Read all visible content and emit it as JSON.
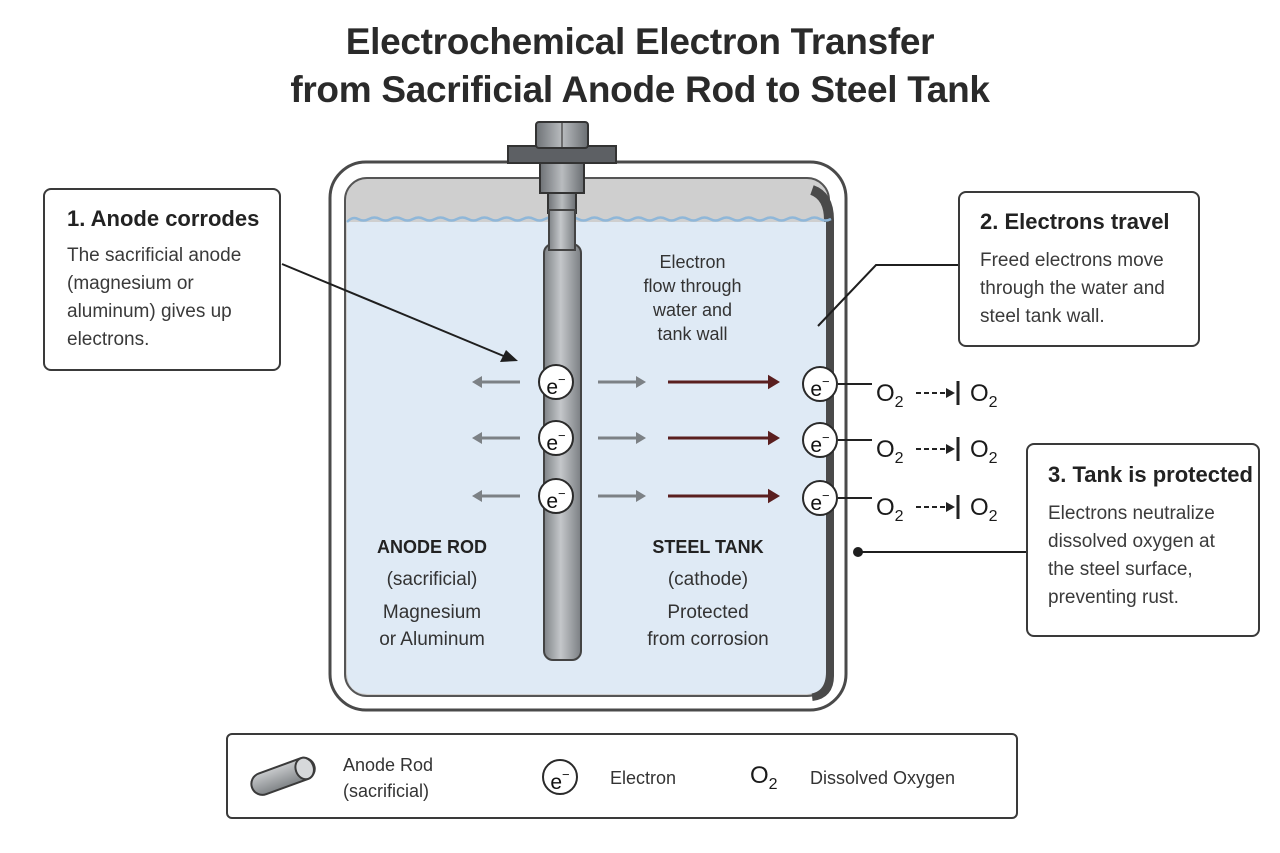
{
  "title": {
    "line1": "Electrochemical Electron Transfer",
    "line2": "from Sacrificial Anode Rod to Steel Tank"
  },
  "callouts": [
    {
      "heading": "1. Anode corrodes",
      "lines": [
        "The sacrificial anode",
        "(magnesium or",
        "aluminum) gives up",
        "electrons."
      ]
    },
    {
      "heading": "2. Electrons travel",
      "lines": [
        "Freed electrons move",
        "through the water and",
        "steel tank wall."
      ]
    },
    {
      "heading": "3. Tank is protected",
      "lines": [
        "Electrons neutralize",
        "dissolved oxygen at",
        "the steel surface,",
        "preventing rust."
      ]
    }
  ],
  "flow_label": {
    "lines": [
      "Electron",
      "flow through",
      "water and",
      "tank wall"
    ]
  },
  "anode_label": {
    "heading": "ANODE ROD",
    "sub": "(sacrificial)",
    "lines": [
      "Magnesium",
      "or Aluminum"
    ]
  },
  "tank_label": {
    "heading": "STEEL TANK",
    "sub": "(cathode)",
    "lines": [
      "Protected",
      "from corrosion"
    ]
  },
  "electron_symbol": {
    "base": "e",
    "sup": "−"
  },
  "oxygen_symbol": {
    "base": "O",
    "sub": "2"
  },
  "legend": {
    "anode": {
      "line1": "Anode Rod",
      "line2": "(sacrificial)"
    },
    "electron": "Electron",
    "oxygen": "Dissolved Oxygen"
  },
  "colors": {
    "water": "#dfeaf5",
    "wave": "#8fb7d9",
    "tank_wall": "#5a5a5a",
    "arrow_dark": "#5a1f1f",
    "arrow_gray": "#7c8185",
    "rod": "#a0a4a8"
  },
  "icons": [
    "anode-rod-icon",
    "electron-icon",
    "oxygen-icon"
  ]
}
